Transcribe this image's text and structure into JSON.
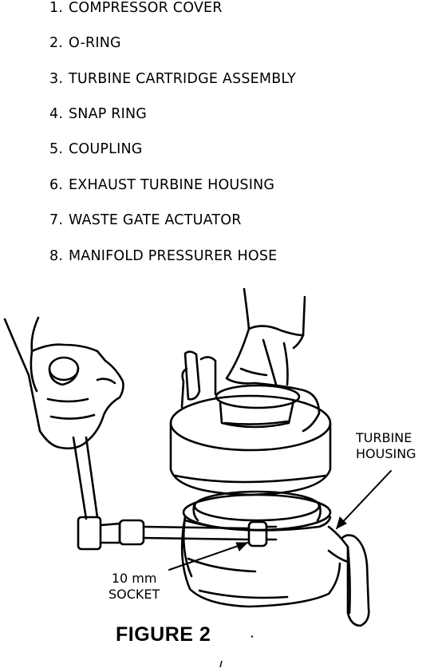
{
  "parts_list": [
    {
      "number": "1.",
      "label": "COMPRESSOR COVER"
    },
    {
      "number": "2.",
      "label": "O-RING"
    },
    {
      "number": "3.",
      "label": "TURBINE CARTRIDGE ASSEMBLY"
    },
    {
      "number": "4.",
      "label": "SNAP RING"
    },
    {
      "number": "5.",
      "label": "COUPLING"
    },
    {
      "number": "6.",
      "label": "EXHAUST TURBINE HOUSING"
    },
    {
      "number": "7.",
      "label": "WASTE GATE ACTUATOR"
    },
    {
      "number": "8.",
      "label": "MANIFOLD PRESSURER HOSE"
    }
  ],
  "callouts": {
    "turbine_housing": {
      "line1": "TURBINE",
      "line2": "HOUSING"
    },
    "socket": {
      "line1": "10 mm",
      "line2": "SOCKET"
    }
  },
  "figure_caption": "FIGURE 2"
}
